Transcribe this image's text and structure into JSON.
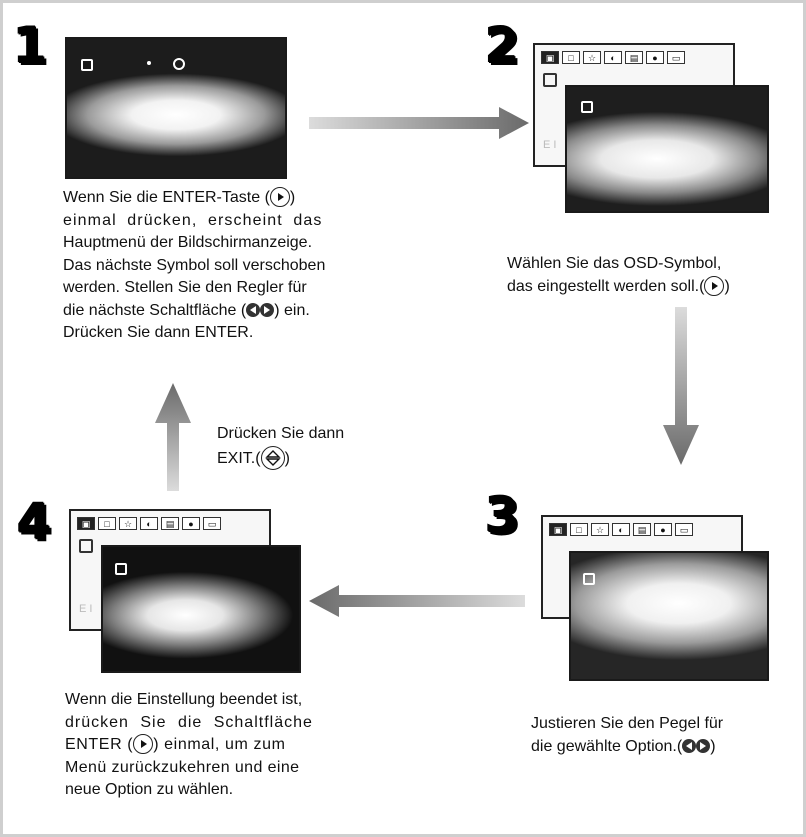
{
  "steps": [
    {
      "number": "1"
    },
    {
      "number": "2"
    },
    {
      "number": "3"
    },
    {
      "number": "4"
    }
  ],
  "text": {
    "step1": [
      "Wenn Sie die ENTER-Taste (",
      ")",
      "einmal drücken, erscheint das",
      "Hauptmenü der Bildschirmanzeige.",
      "Das nächste Symbol soll verschoben",
      "werden. Stellen Sie den Regler für",
      "die nächste Schaltfläche (",
      ") ein.",
      "Drücken Sie dann ENTER."
    ],
    "step2": [
      "Wählen Sie das OSD-Symbol,",
      "das eingestellt werden soll.(",
      ")"
    ],
    "exit": [
      "Drücken Sie dann",
      "EXIT.(",
      ")"
    ],
    "step3": [
      "Justieren Sie den Pegel für",
      "die gewählte Option.(",
      ")"
    ],
    "step4": [
      "Wenn die Einstellung beendet ist,",
      "drücken Sie die Schaltfläche",
      "ENTER (",
      ") einmal, um zum",
      "Menü zurückzukehren und eine",
      "neue Option zu wählen."
    ]
  },
  "menu": {
    "icons": [
      "menu-icon",
      "image-icon",
      "star-icon",
      "color-icon",
      "pip-icon",
      "globe-icon",
      "exit-icon"
    ],
    "side_label": "E I"
  }
}
